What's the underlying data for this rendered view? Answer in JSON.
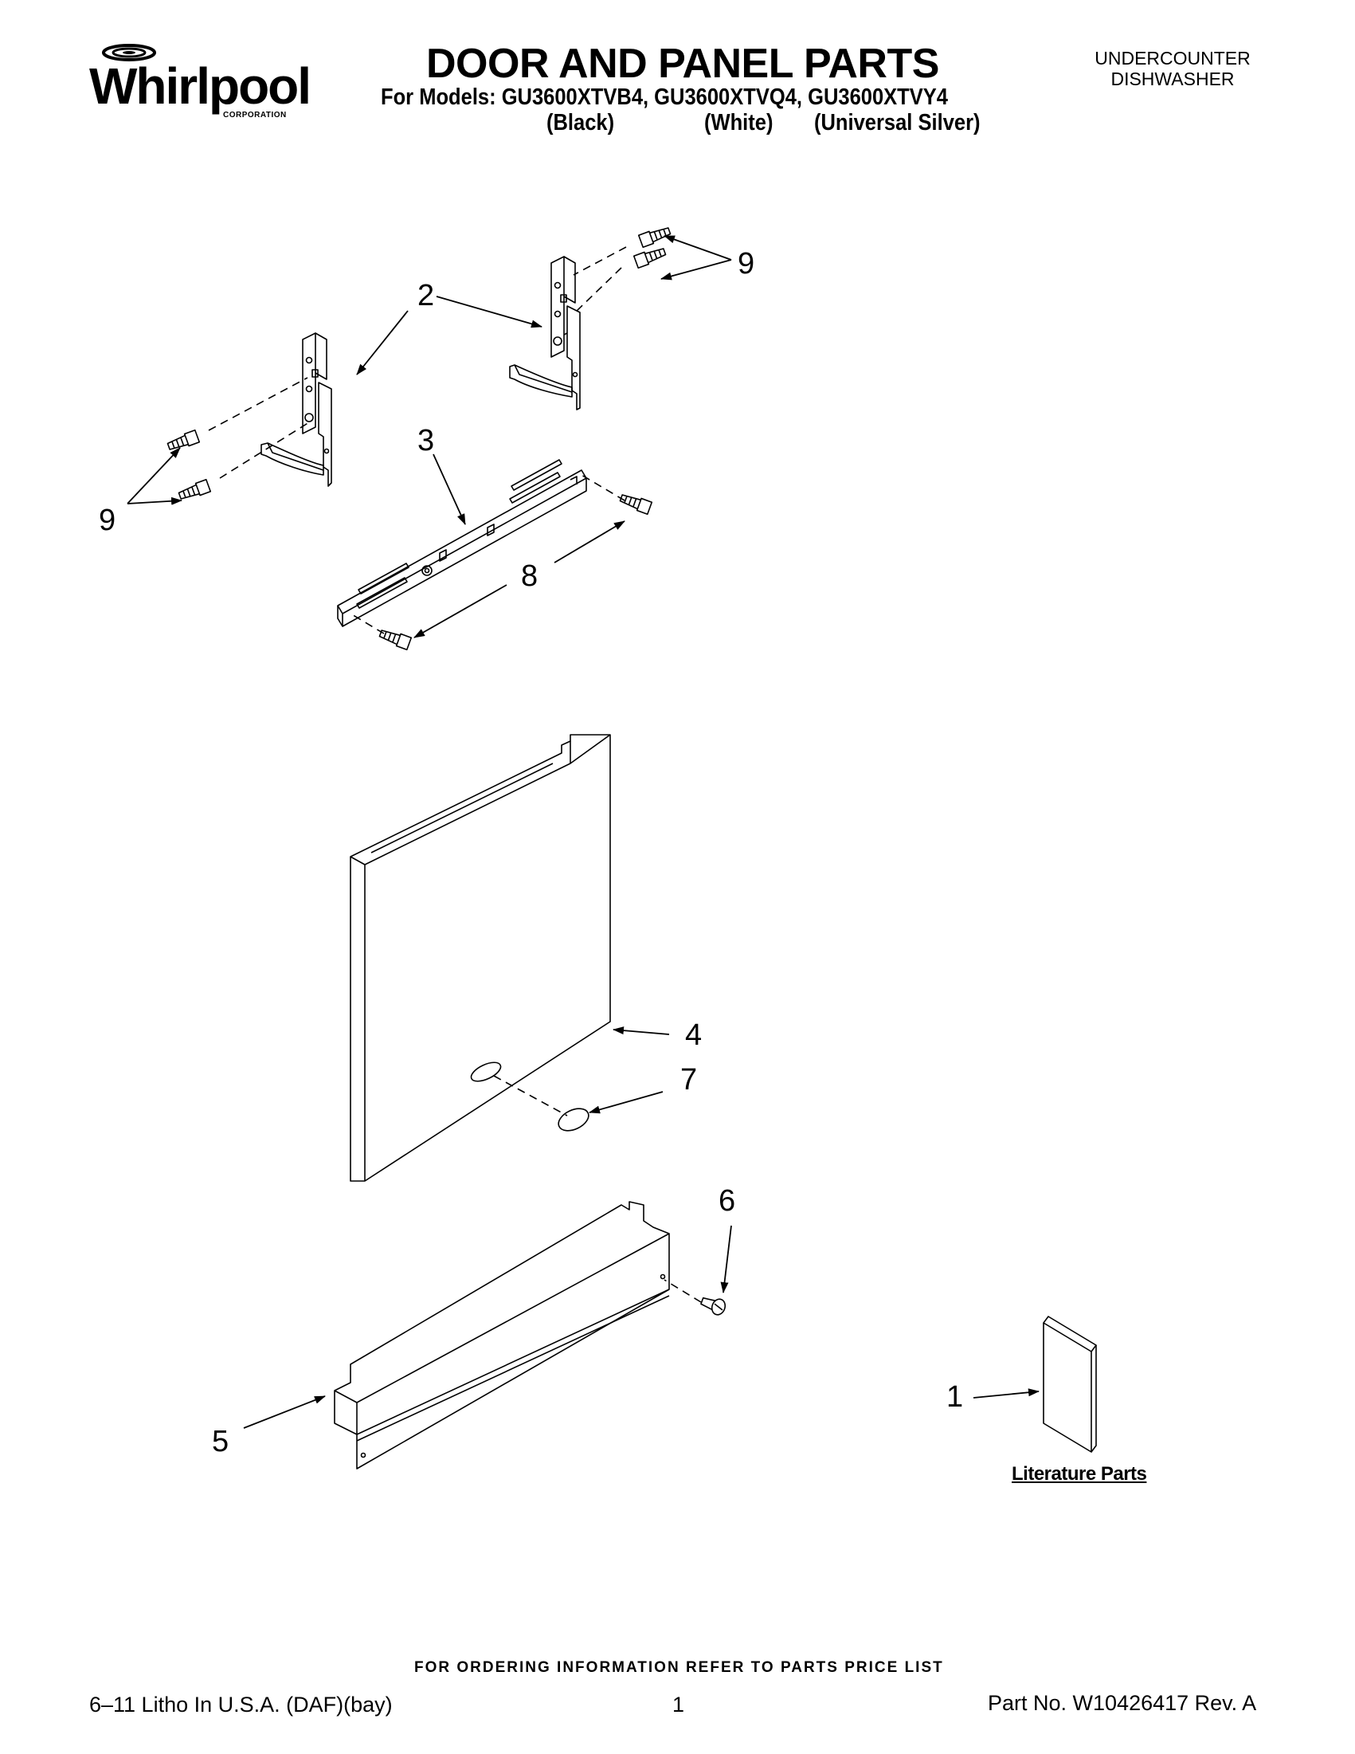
{
  "header": {
    "brand": "Whirlpool",
    "brand_sub": "CORPORATION",
    "title": "DOOR AND PANEL PARTS",
    "models_line": "For Models: GU3600XTVB4, GU3600XTVQ4, GU3600XTVY4",
    "colors": [
      "(Black)",
      "(White)",
      "(Universal Silver)"
    ],
    "appliance_line1": "UNDERCOUNTER",
    "appliance_line2": "DISHWASHER"
  },
  "callouts": {
    "c1": "1",
    "c2": "2",
    "c3": "3",
    "c4": "4",
    "c5": "5",
    "c6": "6",
    "c7": "7",
    "c8": "8",
    "c9a": "9",
    "c9b": "9"
  },
  "literature_label": "Literature Parts",
  "footer": {
    "ordering_note": "FOR ORDERING INFORMATION REFER TO PARTS PRICE LIST",
    "litho": "6–11 Litho In U.S.A. (DAF)(bay)",
    "page_number": "1",
    "part_number": "Part No. W10426417 Rev. A"
  }
}
